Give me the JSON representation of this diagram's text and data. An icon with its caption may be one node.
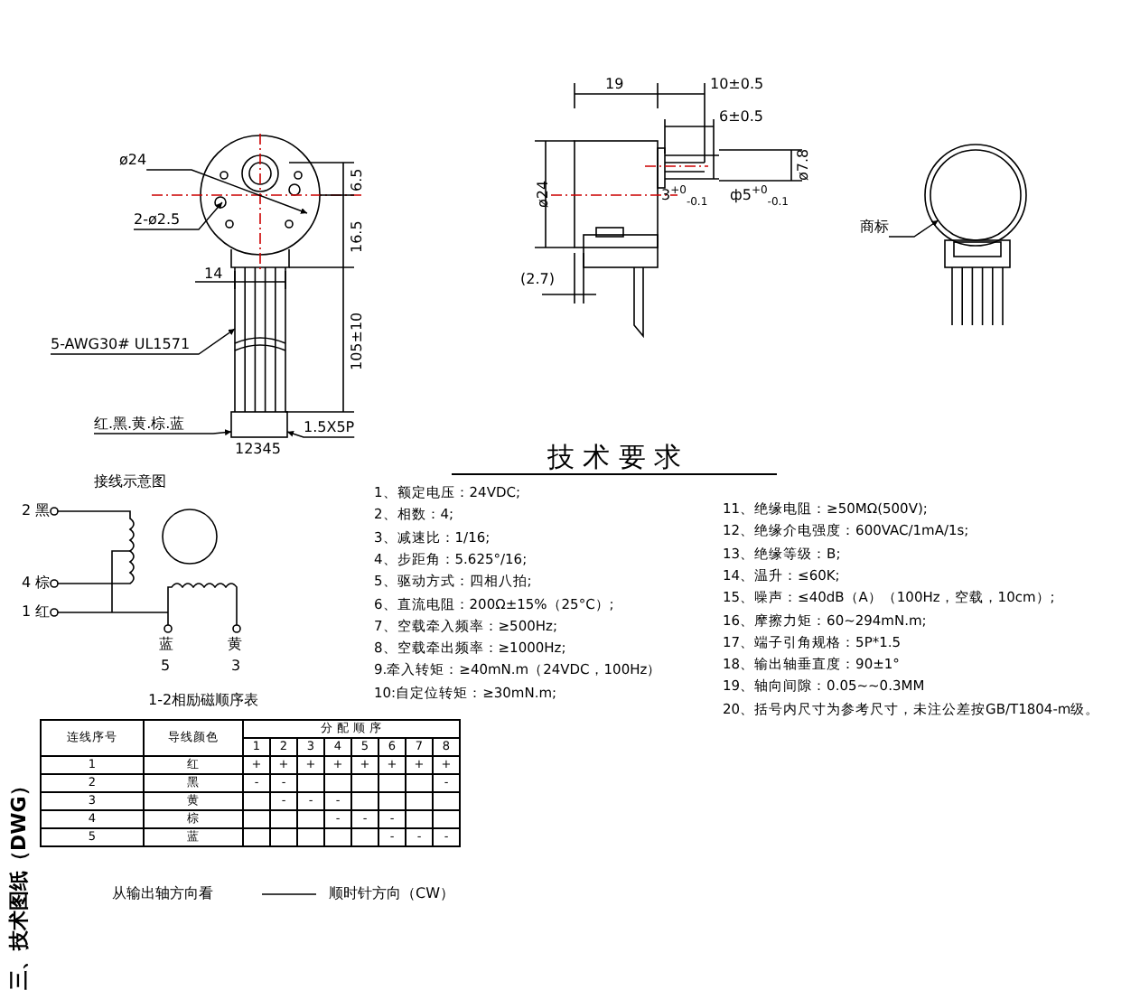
{
  "diagram": {
    "title": "技 术 要 求",
    "nodes": [
      {
        "text": [
          "ø24"
        ]
      },
      {
        "text": [
          "2-ø2.5"
        ]
      },
      {
        "text": [
          "5-AWG30# UL1571"
        ]
      },
      {
        "text": [
          "红.黑.黄.棕.蓝"
        ]
      },
      {
        "text": [
          "1.5X5P"
        ]
      },
      {
        "text": [
          "商标"
        ]
      },
      {
        "text": [],
        "shape": "box",
        "beside": [
          "12345"
        ]
      },
      {
        "text": [],
        "shape": "circle"
      }
    ],
    "edges": [
      {
        "from": 0,
        "to": null,
        "arrow": "to"
      },
      {
        "from": 1,
        "to": null,
        "arrow": "to"
      },
      {
        "from": 2,
        "to": null,
        "arrow": "to"
      },
      {
        "from": 3,
        "to": 6,
        "arrow": "to"
      },
      {
        "from": 4,
        "to": 6,
        "arrow": "to"
      },
      {
        "from": 5,
        "to": 7,
        "arrow": "to"
      }
    ],
    "labels": [
      "19",
      "10±0.5",
      "6±0.5",
      "ø24",
      "(2.7)",
      "ø7.8",
      "3$^{+0}$$_{-0.1}$",
      "ф5$^{+0}$$_{-0.1}$",
      "6.5",
      "16.5",
      "14",
      "105±10",
      "接线示意图",
      "2 黑",
      "4 棕",
      "1 红",
      "蓝",
      "5",
      "黄",
      "3",
      "1-2相励磁顺序表",
      "连线序号",
      "导线颜色",
      "分 配 顺 序",
      "1",
      "2",
      "3",
      "4",
      "5",
      "6",
      "7",
      "8",
      "1",
      "红",
      "+",
      "+",
      "+",
      "+",
      "+",
      "+",
      "+",
      "+",
      "2",
      "黑",
      "-",
      "-",
      "-",
      "3",
      "黄",
      "-",
      "-",
      "-",
      "4",
      "棕",
      "-",
      "-",
      "-",
      "5",
      "蓝",
      "-",
      "-",
      "-",
      "从输出轴方向看",
      "顺时针方向（CW）",
      "1、额定电压：24VDC;",
      "2、相数：4;",
      "3、减速比：1/16;",
      "4、步距角：5.625°/16;",
      "5、驱动方式：四相八拍;",
      "6、直流电阻：200Ω±15%（25°C）;",
      "7、空载牵入频率：≥500Hz;",
      "8、空载牵出频率：≥1000Hz;",
      "9.牵入转矩：≥40mN.m（24VDC，100Hz）",
      "10:自定位转矩：≥30mN.m;",
      "11、绝缘电阻：≥50MΩ(500V);",
      "12、绝缘介电强度：600VAC/1mA/1s;",
      "13、绝缘等级：B;",
      "14、温升：≤60K;",
      "15、噪声：≤40dB（A）（100Hz，空载，10cm）;",
      "16、摩擦力矩：60~294mN.m;",
      "17、端子引角规格：5P*1.5",
      "18、输出轴垂直度：90±1°",
      "19、轴向间隙：0.05~~0.3MM",
      "20、括号内尺寸为参考尺寸，未注公差按GB/T1804-m级。",
      "三、技术图纸（DWG）"
    ]
  }
}
